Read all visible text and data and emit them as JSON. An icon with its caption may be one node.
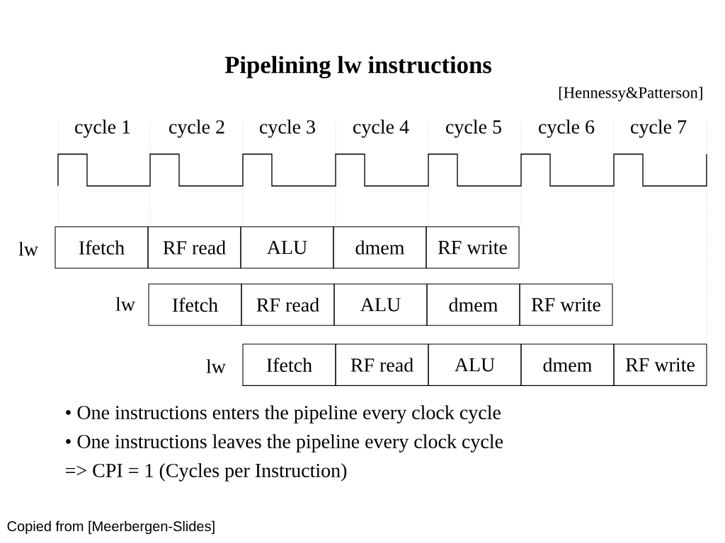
{
  "diagram": {
    "title": "Pipelining lw instructions",
    "nodes": [
      {
        "text": [
          "Ifetch"
        ]
      },
      {
        "text": [
          "RF read"
        ]
      },
      {
        "text": [
          "ALU"
        ]
      },
      {
        "text": [
          "dmem"
        ]
      },
      {
        "text": [
          "RF write"
        ]
      },
      {
        "text": [
          "Ifetch"
        ]
      },
      {
        "text": [
          "RF read"
        ]
      },
      {
        "text": [
          "ALU"
        ]
      },
      {
        "text": [
          "dmem"
        ]
      },
      {
        "text": [
          "RF write"
        ]
      },
      {
        "text": [
          "Ifetch"
        ]
      },
      {
        "text": [
          "RF read"
        ]
      },
      {
        "text": [
          "ALU"
        ]
      },
      {
        "text": [
          "dmem"
        ]
      },
      {
        "text": [
          "RF write"
        ]
      }
    ],
    "edges": [],
    "labels": [
      "[Hennessy&Patterson]",
      "cycle 1",
      "cycle 2",
      "cycle 3",
      "cycle 4",
      "cycle 5",
      "cycle 6",
      "cycle 7",
      "lw",
      "lw",
      "lw",
      "• One instructions enters the pipeline every clock cycle",
      "• One instructions leaves the pipeline every clock cycle",
      "=> CPI = 1 (Cycles per Instruction)",
      "Copied from [Meerbergen-Slides]"
    ]
  }
}
